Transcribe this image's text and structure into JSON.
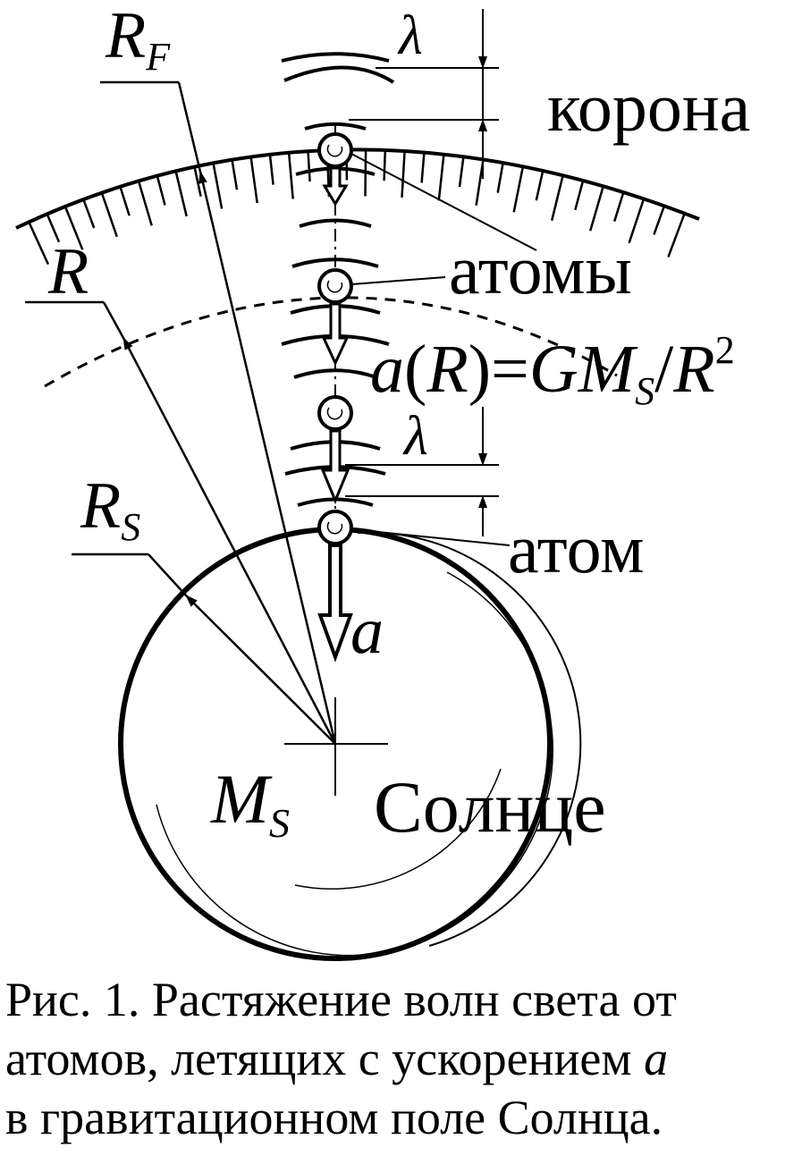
{
  "labels": {
    "RF_main": "R",
    "RF_sub": "F",
    "R": "R",
    "RS_main": "R",
    "RS_sub": "S",
    "corona": "корона",
    "atoms": "атомы",
    "formula_a": "a",
    "formula_R_open": "(",
    "formula_R": "R",
    "formula_close_eq": ")=",
    "formula_GM": "GM",
    "formula_S": "S",
    "formula_slash": "/",
    "formula_R2": "R",
    "formula_exp": "2",
    "lambda_top": "λ",
    "lambda_mid": "λ",
    "atom": "атом",
    "accel": "a",
    "MS_main": "M",
    "MS_sub": "S",
    "sun": "Солнце"
  },
  "caption": {
    "line1": "Рис. 1. Растяжение волн света от",
    "line2_pre": "атомов, летящих с ускорением ",
    "line2_var": "a",
    "line3": "в гравитационном поле Солнца."
  },
  "colors": {
    "ink": "#000000",
    "background": "#ffffff"
  }
}
